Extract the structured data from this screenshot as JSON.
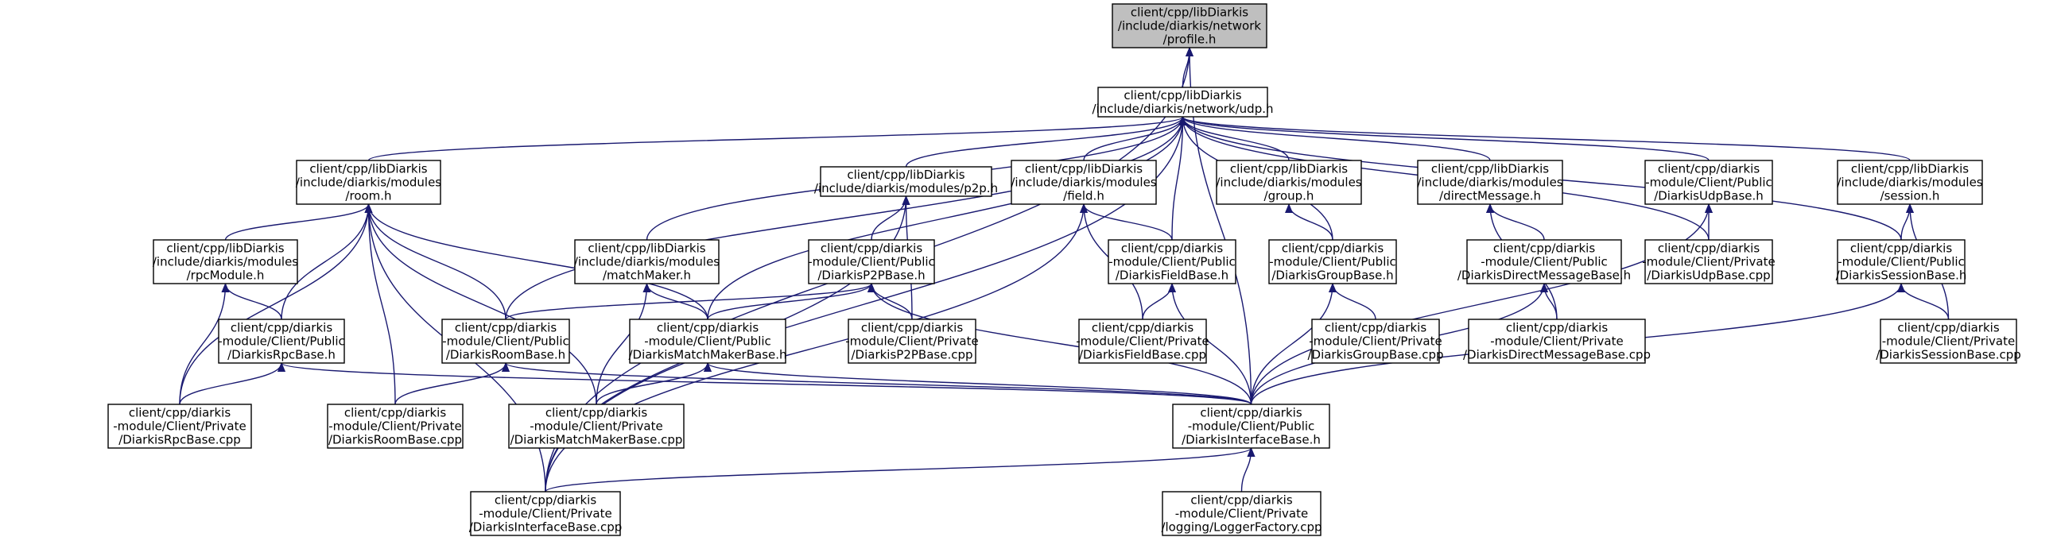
{
  "nodes": [
    {
      "id": "profile",
      "label": [
        "client/cpp/libDiarkis",
        "/include/diarkis/network",
        "/profile.h"
      ],
      "root": true
    },
    {
      "id": "udp",
      "label": [
        "client/cpp/libDiarkis",
        "/include/diarkis/network/udp.h"
      ]
    },
    {
      "id": "room",
      "label": [
        "client/cpp/libDiarkis",
        "/include/diarkis/modules",
        "/room.h"
      ]
    },
    {
      "id": "p2p",
      "label": [
        "client/cpp/libDiarkis",
        "/include/diarkis/modules/p2p.h"
      ]
    },
    {
      "id": "field",
      "label": [
        "client/cpp/libDiarkis",
        "/include/diarkis/modules",
        "/field.h"
      ]
    },
    {
      "id": "group",
      "label": [
        "client/cpp/libDiarkis",
        "/include/diarkis/modules",
        "/group.h"
      ]
    },
    {
      "id": "dm",
      "label": [
        "client/cpp/libDiarkis",
        "/include/diarkis/modules",
        "/directMessage.h"
      ]
    },
    {
      "id": "udpbase",
      "label": [
        "client/cpp/diarkis",
        "-module/Client/Public",
        "/DiarkisUdpBase.h"
      ]
    },
    {
      "id": "session",
      "label": [
        "client/cpp/libDiarkis",
        "/include/diarkis/modules",
        "/session.h"
      ]
    },
    {
      "id": "rpc",
      "label": [
        "client/cpp/libDiarkis",
        "/include/diarkis/modules",
        "/rpcModule.h"
      ]
    },
    {
      "id": "mm",
      "label": [
        "client/cpp/libDiarkis",
        "/include/diarkis/modules",
        "/matchMaker.h"
      ]
    },
    {
      "id": "p2pbase",
      "label": [
        "client/cpp/diarkis",
        "-module/Client/Public",
        "/DiarkisP2PBase.h"
      ]
    },
    {
      "id": "fieldbase",
      "label": [
        "client/cpp/diarkis",
        "-module/Client/Public",
        "/DiarkisFieldBase.h"
      ]
    },
    {
      "id": "groupbase",
      "label": [
        "client/cpp/diarkis",
        "-module/Client/Public",
        "/DiarkisGroupBase.h"
      ]
    },
    {
      "id": "dmbase",
      "label": [
        "client/cpp/diarkis",
        "-module/Client/Public",
        "/DiarkisDirectMessageBase.h"
      ]
    },
    {
      "id": "udpcpp",
      "label": [
        "client/cpp/diarkis",
        "-module/Client/Private",
        "/DiarkisUdpBase.cpp"
      ]
    },
    {
      "id": "sessbase",
      "label": [
        "client/cpp/diarkis",
        "-module/Client/Public",
        "/DiarkisSessionBase.h"
      ]
    },
    {
      "id": "rpcbase",
      "label": [
        "client/cpp/diarkis",
        "-module/Client/Public",
        "/DiarkisRpcBase.h"
      ]
    },
    {
      "id": "roombase",
      "label": [
        "client/cpp/diarkis",
        "-module/Client/Public",
        "/DiarkisRoomBase.h"
      ]
    },
    {
      "id": "mmbase",
      "label": [
        "client/cpp/diarkis",
        "-module/Client/Public",
        "/DiarkisMatchMakerBase.h"
      ]
    },
    {
      "id": "p2pcpp",
      "label": [
        "client/cpp/diarkis",
        "-module/Client/Private",
        "/DiarkisP2PBase.cpp"
      ]
    },
    {
      "id": "fieldcpp",
      "label": [
        "client/cpp/diarkis",
        "-module/Client/Private",
        "/DiarkisFieldBase.cpp"
      ]
    },
    {
      "id": "groupcpp",
      "label": [
        "client/cpp/diarkis",
        "-module/Client/Private",
        "/DiarkisGroupBase.cpp"
      ]
    },
    {
      "id": "dmcpp",
      "label": [
        "client/cpp/diarkis",
        "-module/Client/Private",
        "/DiarkisDirectMessageBase.cpp"
      ]
    },
    {
      "id": "sesscpp",
      "label": [
        "client/cpp/diarkis",
        "-module/Client/Private",
        "/DiarkisSessionBase.cpp"
      ]
    },
    {
      "id": "rpccpp",
      "label": [
        "client/cpp/diarkis",
        "-module/Client/Private",
        "/DiarkisRpcBase.cpp"
      ]
    },
    {
      "id": "roomcpp",
      "label": [
        "client/cpp/diarkis",
        "-module/Client/Private",
        "/DiarkisRoomBase.cpp"
      ]
    },
    {
      "id": "mmcpp",
      "label": [
        "client/cpp/diarkis",
        "-module/Client/Private",
        "/DiarkisMatchMakerBase.cpp"
      ]
    },
    {
      "id": "ifbase",
      "label": [
        "client/cpp/diarkis",
        "-module/Client/Public",
        "/DiarkisInterfaceBase.h"
      ]
    },
    {
      "id": "ifcpp",
      "label": [
        "client/cpp/diarkis",
        "-module/Client/Private",
        "/DiarkisInterfaceBase.cpp"
      ]
    },
    {
      "id": "logger",
      "label": [
        "client/cpp/diarkis",
        "-module/Client/Private",
        "/logging/LoggerFactory.cpp"
      ]
    }
  ],
  "edges": [
    [
      "udp",
      "profile"
    ],
    [
      "ifbase",
      "profile"
    ],
    [
      "ifcpp",
      "profile"
    ],
    [
      "room",
      "udp"
    ],
    [
      "p2p",
      "udp"
    ],
    [
      "field",
      "udp"
    ],
    [
      "group",
      "udp"
    ],
    [
      "dm",
      "udp"
    ],
    [
      "udpbase",
      "udp"
    ],
    [
      "session",
      "udp"
    ],
    [
      "mm",
      "udp"
    ],
    [
      "roombase",
      "udp"
    ],
    [
      "mmbase",
      "udp"
    ],
    [
      "fieldbase",
      "udp"
    ],
    [
      "groupbase",
      "udp"
    ],
    [
      "udpcpp",
      "udp"
    ],
    [
      "sessbase",
      "udp"
    ],
    [
      "ifcpp",
      "udp"
    ],
    [
      "rpc",
      "room"
    ],
    [
      "rpcbase",
      "room"
    ],
    [
      "roombase",
      "room"
    ],
    [
      "mmbase",
      "room"
    ],
    [
      "rpccpp",
      "room"
    ],
    [
      "roomcpp",
      "room"
    ],
    [
      "mmcpp",
      "room"
    ],
    [
      "ifcpp",
      "room"
    ],
    [
      "p2pbase",
      "p2p"
    ],
    [
      "p2pcpp",
      "p2p"
    ],
    [
      "ifcpp",
      "p2p"
    ],
    [
      "fieldbase",
      "field"
    ],
    [
      "fieldcpp",
      "field"
    ],
    [
      "ifcpp",
      "field"
    ],
    [
      "groupbase",
      "group"
    ],
    [
      "dmbase",
      "dm"
    ],
    [
      "dmcpp",
      "dm"
    ],
    [
      "udpcpp",
      "udpbase"
    ],
    [
      "ifbase",
      "udpbase"
    ],
    [
      "sessbase",
      "session"
    ],
    [
      "sesscpp",
      "session"
    ],
    [
      "rpcbase",
      "rpc"
    ],
    [
      "rpccpp",
      "rpc"
    ],
    [
      "mmbase",
      "mm"
    ],
    [
      "mmcpp",
      "mm"
    ],
    [
      "roombase",
      "p2pbase"
    ],
    [
      "mmbase",
      "p2pbase"
    ],
    [
      "p2pcpp",
      "p2pbase"
    ],
    [
      "ifbase",
      "p2pbase"
    ],
    [
      "fieldcpp",
      "fieldbase"
    ],
    [
      "ifbase",
      "fieldbase"
    ],
    [
      "groupcpp",
      "groupbase"
    ],
    [
      "ifbase",
      "groupbase"
    ],
    [
      "dmcpp",
      "dmbase"
    ],
    [
      "ifbase",
      "dmbase"
    ],
    [
      "sesscpp",
      "sessbase"
    ],
    [
      "ifbase",
      "sessbase"
    ],
    [
      "rpccpp",
      "rpcbase"
    ],
    [
      "ifbase",
      "rpcbase"
    ],
    [
      "roomcpp",
      "roombase"
    ],
    [
      "ifbase",
      "roombase"
    ],
    [
      "mmcpp",
      "mmbase"
    ],
    [
      "ifbase",
      "mmbase"
    ],
    [
      "ifcpp",
      "ifbase"
    ],
    [
      "logger",
      "ifbase"
    ]
  ]
}
